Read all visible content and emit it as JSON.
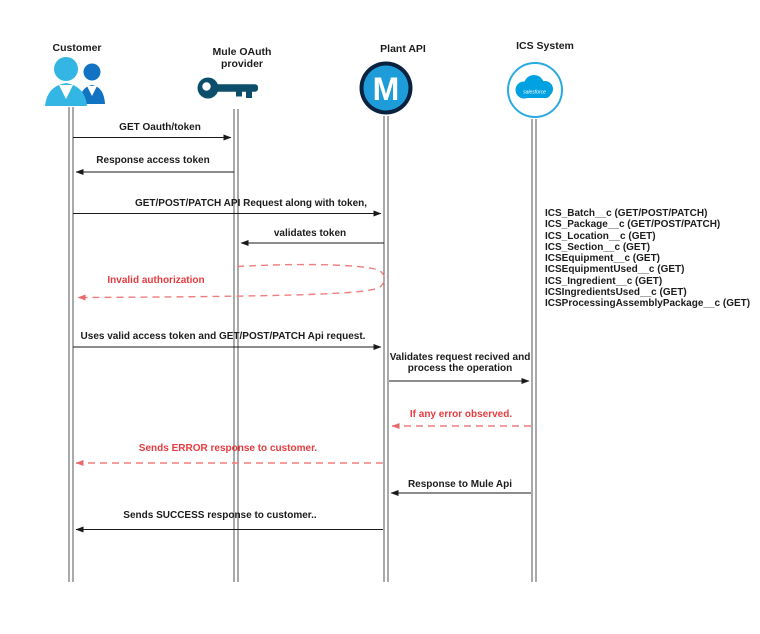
{
  "diagram": {
    "kind": "sequence-diagram",
    "background": "#ffffff"
  },
  "actors": [
    {
      "id": "customer",
      "label": "Customer",
      "icon": "people-icon"
    },
    {
      "id": "mule-oauth-provider",
      "label_lines": [
        "Mule OAuth",
        "provider"
      ],
      "icon": "key-icon"
    },
    {
      "id": "plant-api",
      "label": "Plant API",
      "icon": "mulesoft-logo-icon"
    },
    {
      "id": "ics-system",
      "label": "ICS System",
      "icon": "salesforce-logo-icon"
    }
  ],
  "logos": {
    "mule_letter": "M",
    "salesforce_text": "salesforce"
  },
  "messages": [
    {
      "label": "GET Oauth/token",
      "from": "Customer",
      "to": "Mule OAuth provider",
      "line": "solid",
      "color": "black"
    },
    {
      "label": "Response access token",
      "from": "Mule OAuth provider",
      "to": "Customer",
      "line": "solid",
      "color": "black"
    },
    {
      "label": "GET/POST/PATCH API Request along with token,",
      "from": "Customer",
      "to": "Plant API",
      "line": "solid",
      "color": "black"
    },
    {
      "label": "validates token",
      "from": "Plant API",
      "to": "Mule OAuth provider",
      "line": "solid",
      "color": "black"
    },
    {
      "label": "Invalid authorization",
      "from": "Plant API",
      "to": "Customer",
      "line": "dashed-loop",
      "color": "red"
    },
    {
      "label": "Uses valid access token and GET/POST/PATCH Api request.",
      "from": "Customer",
      "to": "Plant API",
      "line": "solid",
      "color": "black"
    },
    {
      "label_lines": [
        "Validates request recived and",
        "process the operation"
      ],
      "from": "Plant API",
      "to": "ICS System",
      "line": "solid",
      "color": "black"
    },
    {
      "label": "If any error observed.",
      "from": "ICS System",
      "to": "Plant API",
      "line": "dashed",
      "color": "red"
    },
    {
      "label": "Sends ERROR response to customer.",
      "from": "Plant API",
      "to": "Customer",
      "line": "dashed",
      "color": "red"
    },
    {
      "label": "Response to Mule Api",
      "from": "ICS System",
      "to": "Plant API",
      "line": "solid",
      "color": "black"
    },
    {
      "label": "Sends SUCCESS response to customer..",
      "from": "Plant API",
      "to": "Customer",
      "line": "solid",
      "color": "black"
    }
  ],
  "ics_objects": [
    "ICS_Batch__c (GET/POST/PATCH)",
    "ICS_Package__c (GET/POST/PATCH)",
    "ICS_Location__c  (GET)",
    "ICS_Section__c  (GET)",
    "ICSEquipment__c (GET)",
    "ICSEquipmentUsed__c (GET)",
    "ICS_Ingredient__c (GET)",
    "ICSIngredientsUsed__c (GET)",
    "ICSProcessingAssemblyPackage__c (GET)"
  ],
  "colors": {
    "arrow": "#1a1a1a",
    "lifeline": "#555555",
    "red_text": "#e63b3f",
    "red_dash": "#ee7f7f",
    "customer_front": "#34b6e4",
    "customer_back": "#1273c2",
    "key": "#0d4f6b",
    "mule_ring": "#0a2240",
    "mule_inner": "#1e9cd9",
    "salesforce_cloud": "#00a1e0",
    "salesforce_ring": "#2aaae2"
  }
}
